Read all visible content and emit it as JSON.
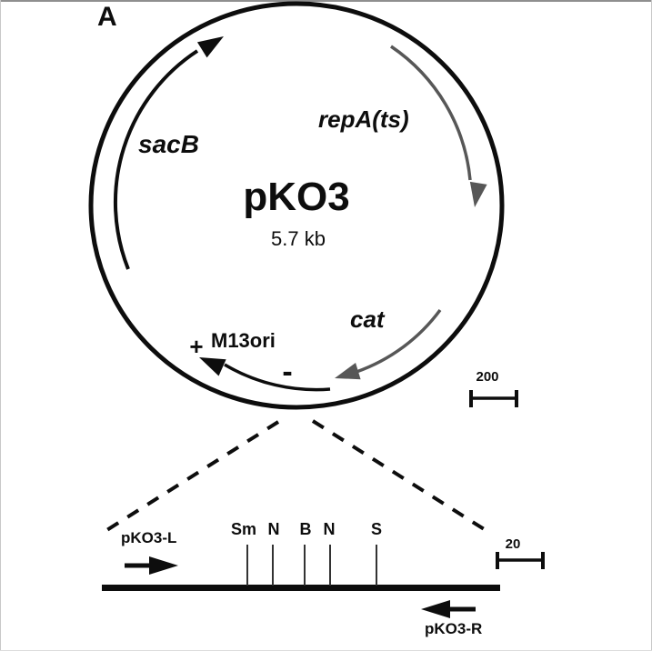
{
  "figure": {
    "panel_label": "A",
    "plasmid": {
      "name": "pKO3",
      "size": "5.7 kb",
      "gene_sacB": "sacB",
      "gene_repA": "repA(ts)",
      "gene_cat": "cat",
      "origin_m13": "M13ori",
      "m13_plus": "+",
      "m13_minus": "-"
    },
    "scale_bars": {
      "plasmid_bar_label": "200",
      "insert_bar_label": "20"
    },
    "linear_map": {
      "restriction_sites": [
        "Sm",
        "N",
        "B",
        "N",
        "S"
      ],
      "primer_left": "pKO3-L",
      "primer_right": "pKO3-R"
    },
    "colors": {
      "ink": "#0d0d0d",
      "gray_arrow": "#575757",
      "frame_gray": "#9a9a9a"
    }
  }
}
